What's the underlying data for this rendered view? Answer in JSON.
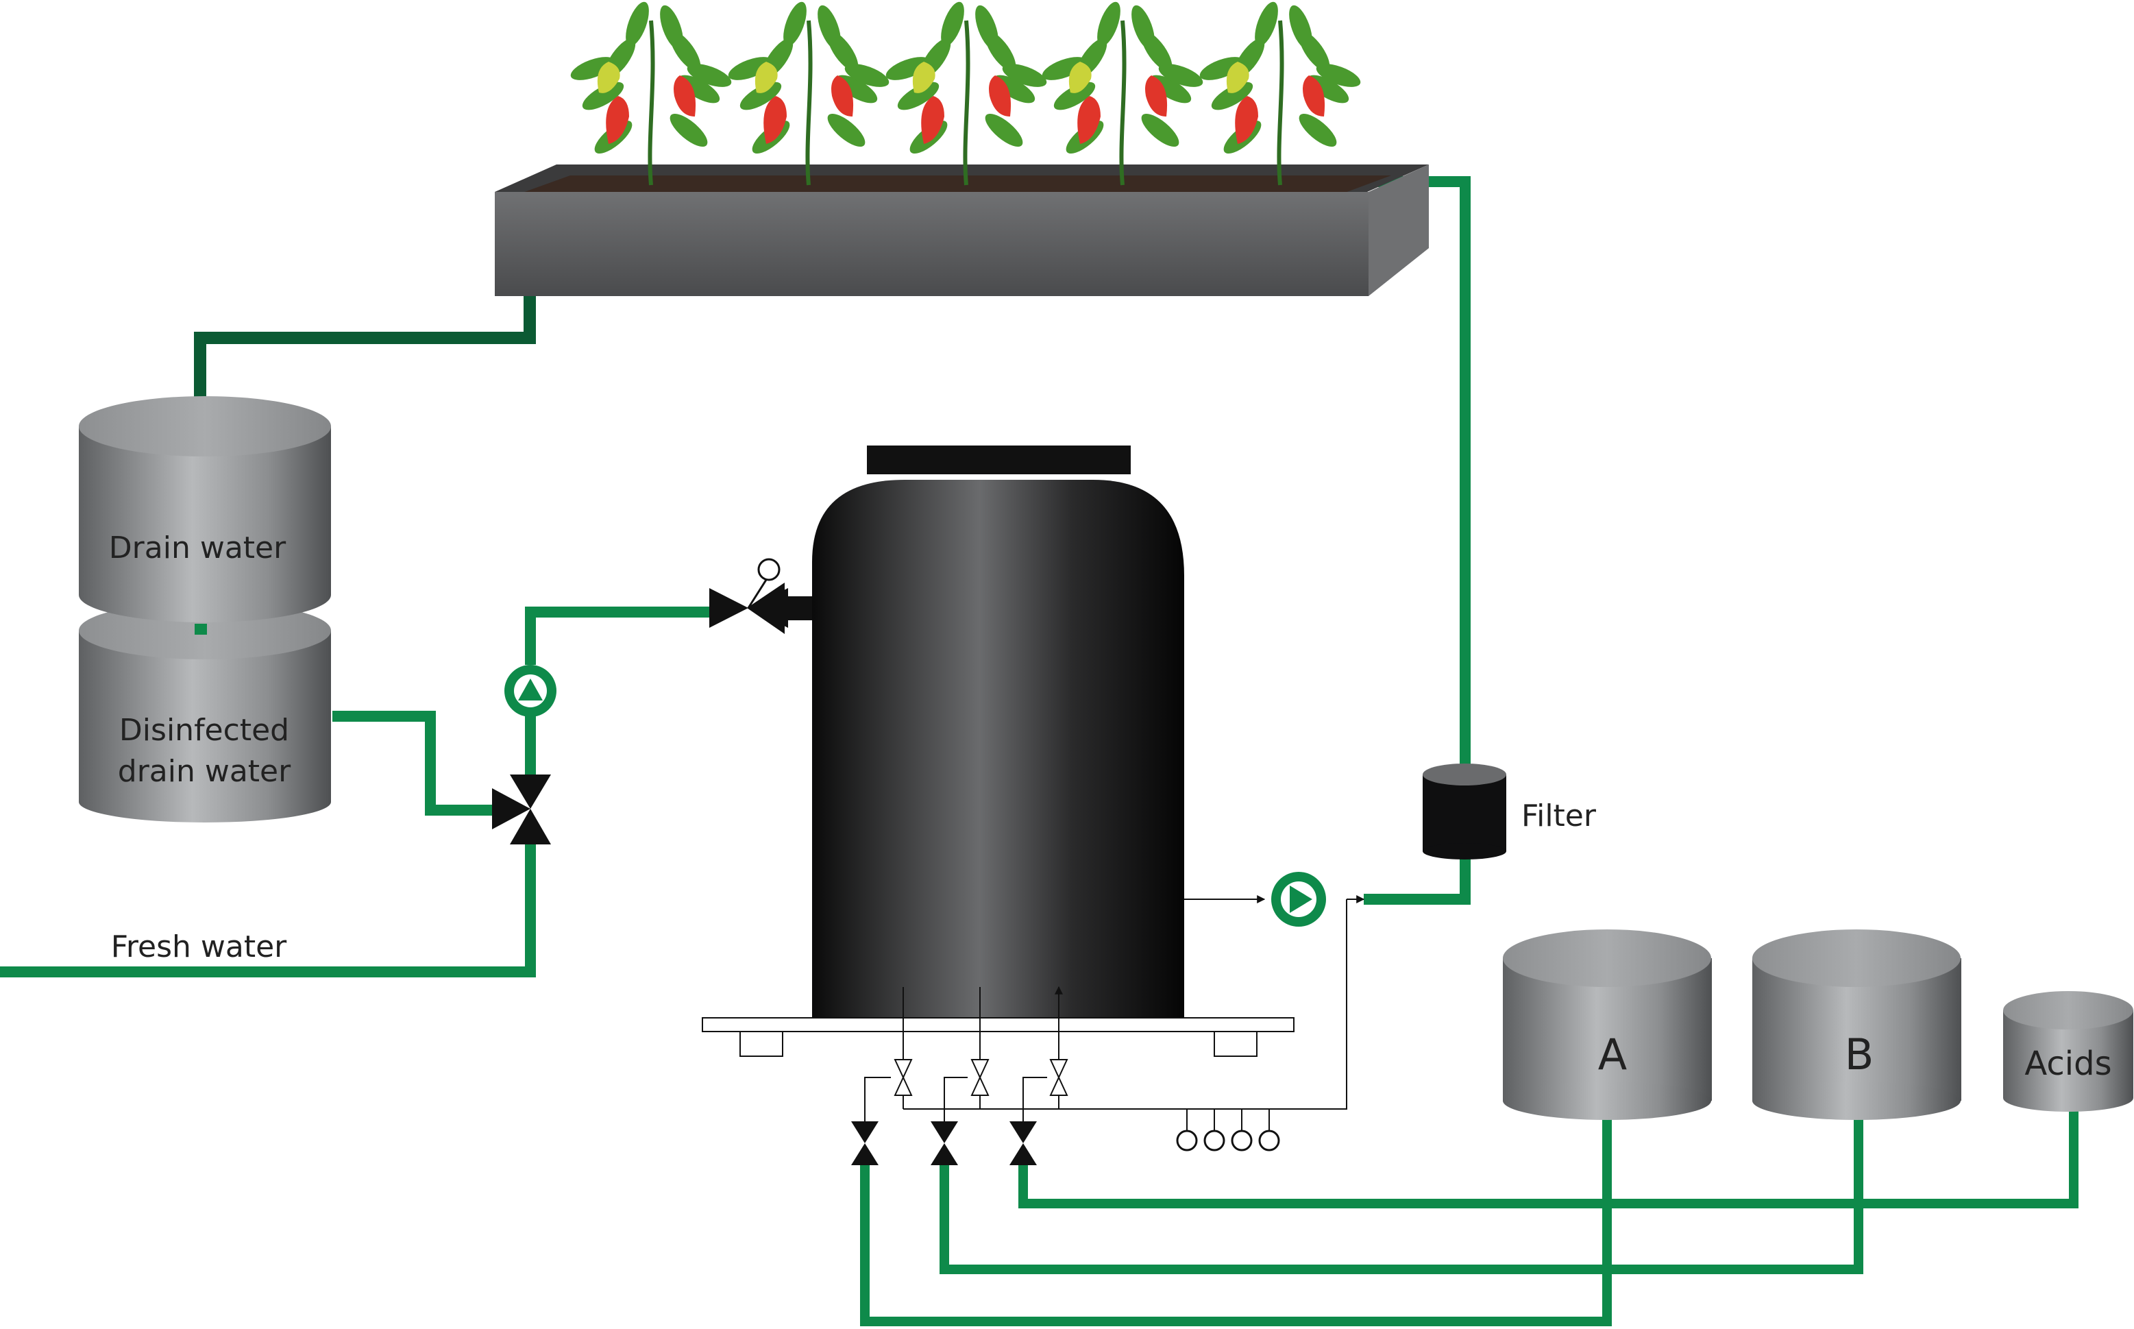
{
  "labels": {
    "drain_water": "Drain water",
    "disinfected_line1": "Disinfected",
    "disinfected_line2": "drain water",
    "fresh_water": "Fresh water",
    "filter": "Filter",
    "tank_a": "A",
    "tank_b": "B",
    "acids": "Acids"
  },
  "colors": {
    "pipe_green": "#0e8a4a",
    "pipe_dark_green": "#0b5a33",
    "tank_grey": "#8a8c8e",
    "mix_tank_black": "#111111",
    "gutter_grey": "#5c5d5f",
    "pepper_red": "#e0352a",
    "pepper_yellow": "#c9d33a",
    "leaf_green": "#4a9a2e"
  },
  "icons": {
    "pump": "pump-icon",
    "three_way_valve": "three-way-valve-icon",
    "valve": "valve-icon",
    "plant": "pepper-plant-icon"
  }
}
